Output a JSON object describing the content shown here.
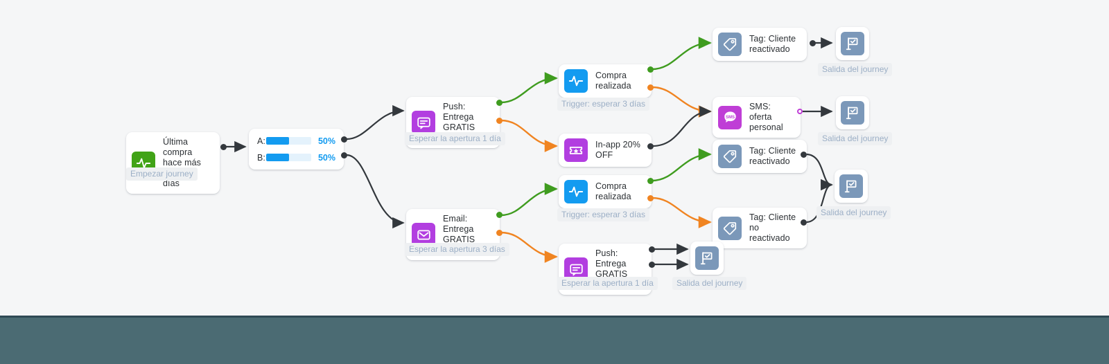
{
  "app": {
    "canvas_background": "#f5f6f7",
    "bottom_bar_color": "#4b6b73"
  },
  "palette": {
    "green_edge": "#3f9c1f",
    "orange_edge": "#f08421",
    "dark_edge": "#33383d",
    "trigger_green": "#41a317",
    "trigger_blue": "#139bf0",
    "message_purple": "#b23ee0",
    "sms_purple": "#bf3ed6",
    "tag_slate": "#7b98b9",
    "label_text": "#9cafc6",
    "accent_blue": "#139bf0"
  },
  "nodes": {
    "entry_trigger": {
      "title": "Última compra\nhace más de 30\ndías",
      "icon": "activity-pulse-icon",
      "label": "Empezar journey"
    },
    "split": {
      "icon": "ab-split-icon",
      "rows": [
        {
          "key": "A:",
          "percent": "50%",
          "fill": 50
        },
        {
          "key": "B:",
          "percent": "50%",
          "fill": 50
        }
      ]
    },
    "push_top": {
      "title": "Push: Entrega\nGRATIS para ti",
      "icon": "push-message-icon",
      "label": "Esperar la apertura 1 día"
    },
    "email": {
      "title": "Email: Entrega\nGRATIS para ti",
      "icon": "envelope-icon",
      "label": "Esperar la apertura 3 días"
    },
    "purchase_top": {
      "title": "Compra\nrealizada",
      "icon": "activity-pulse-icon",
      "label": "Trigger: esperar 3 días"
    },
    "purchase_bottom": {
      "title": "Compra\nrealizada",
      "icon": "activity-pulse-icon",
      "label": "Trigger: esperar 3 días"
    },
    "inapp": {
      "title": "In-app 20% OFF",
      "icon": "ticket-star-icon",
      "label": ""
    },
    "push_bottom": {
      "title": "Push: Entrega\nGRATIS para ti",
      "icon": "push-message-icon",
      "label": "Esperar la apertura 1 día"
    },
    "sms": {
      "title": "SMS: oferta\npersonal",
      "icon": "sms-bubble-icon",
      "label": ""
    },
    "tag_reactivated_top": {
      "title": "Tag: Cliente\nreactivado",
      "icon": "tag-icon",
      "label": ""
    },
    "tag_reactivated_mid": {
      "title": "Tag: Cliente\nreactivado",
      "icon": "tag-icon",
      "label": ""
    },
    "tag_not_reactivated": {
      "title": "Tag: Cliente no\nreactivado",
      "icon": "tag-icon",
      "label": ""
    },
    "exit_1": {
      "icon": "flag-exit-icon",
      "label": "Salida del journey"
    },
    "exit_2": {
      "icon": "flag-exit-icon",
      "label": "Salida del journey"
    },
    "exit_3": {
      "icon": "flag-exit-icon",
      "label": "Salida del journey"
    },
    "exit_4": {
      "icon": "flag-exit-icon",
      "label": "Salida del journey"
    }
  }
}
